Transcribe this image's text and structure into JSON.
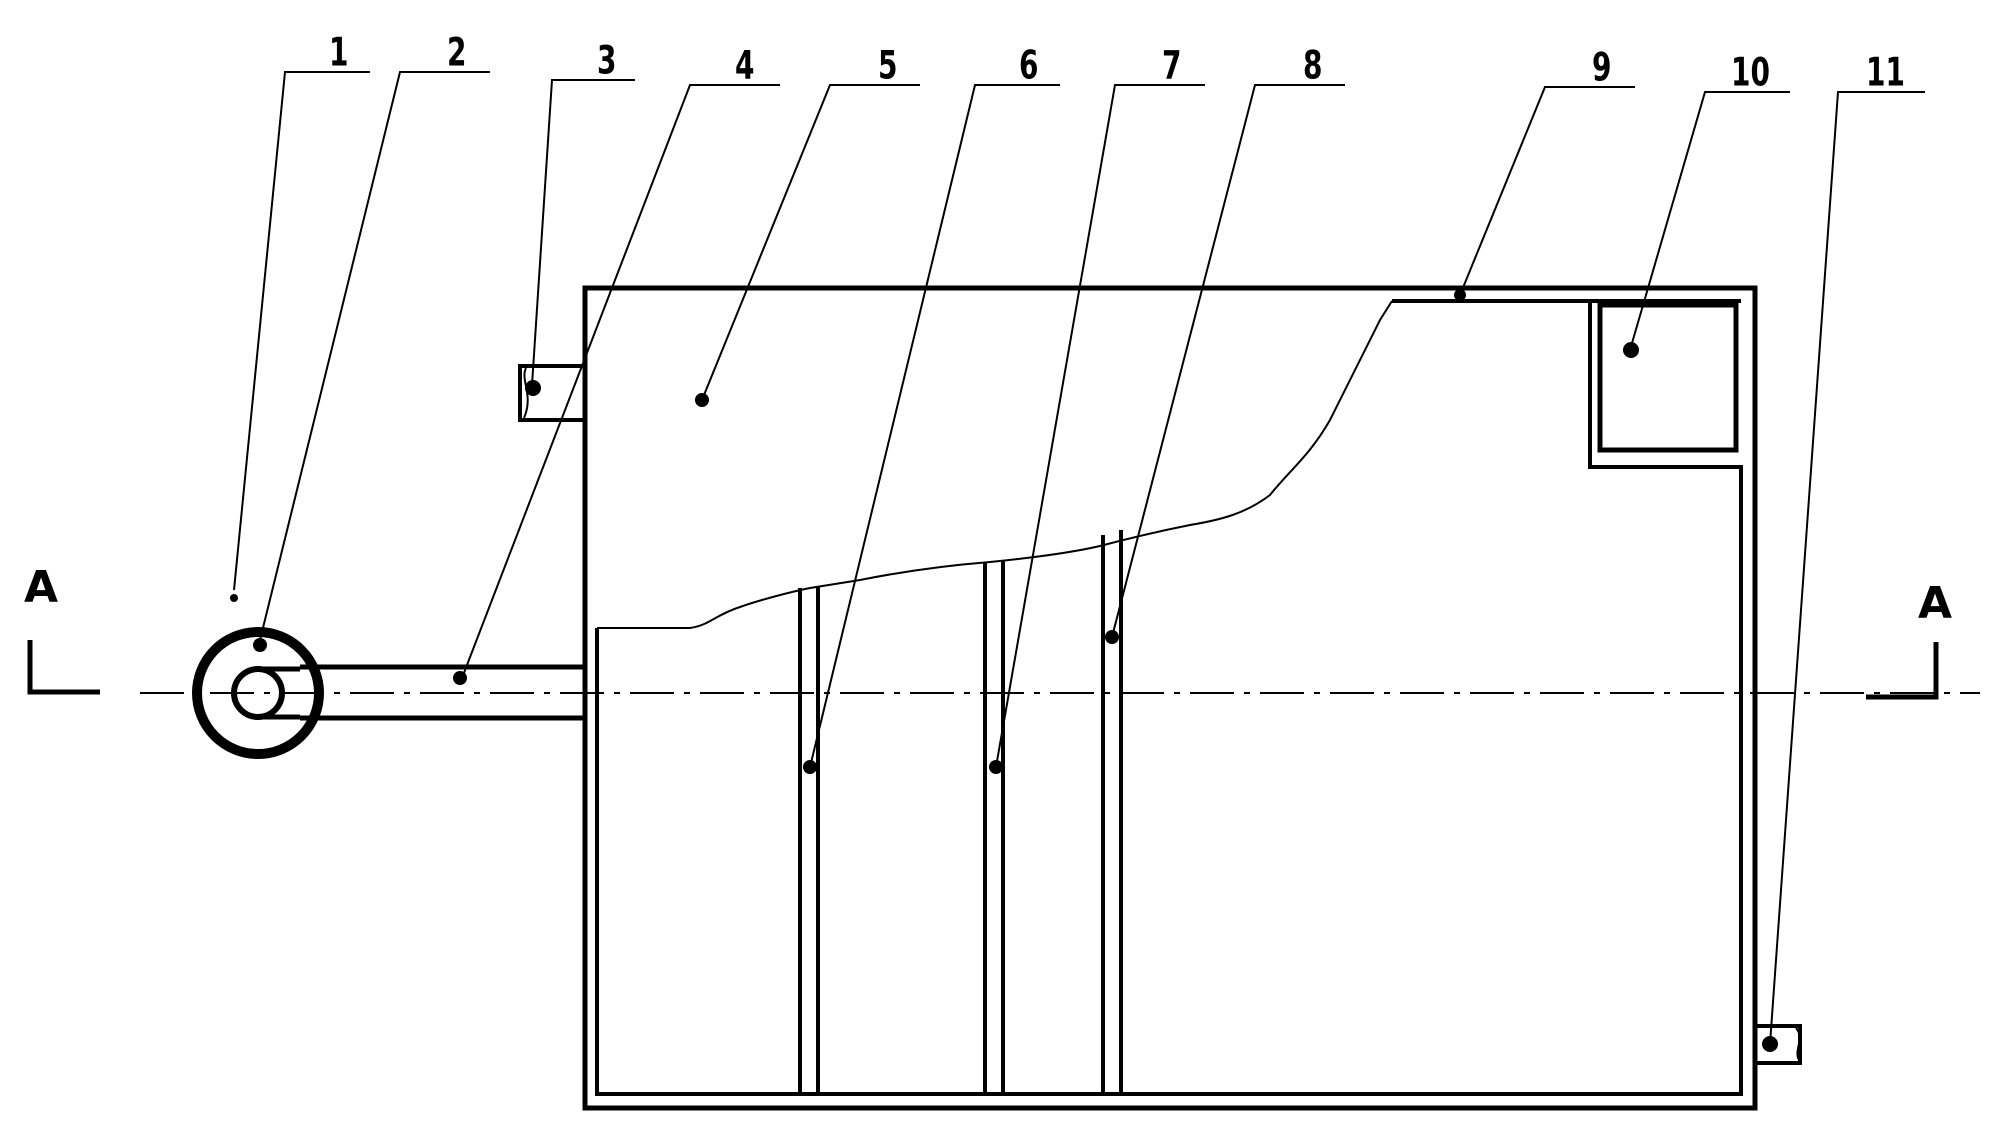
{
  "callouts": [
    {
      "id": "c1",
      "label": "1"
    },
    {
      "id": "c2",
      "label": "2"
    },
    {
      "id": "c3",
      "label": "3"
    },
    {
      "id": "c4",
      "label": "4"
    },
    {
      "id": "c5",
      "label": "5"
    },
    {
      "id": "c6",
      "label": "6"
    },
    {
      "id": "c7",
      "label": "7"
    },
    {
      "id": "c8",
      "label": "8"
    },
    {
      "id": "c9",
      "label": "9"
    },
    {
      "id": "c10",
      "label": "10"
    },
    {
      "id": "c11",
      "label": "11"
    }
  ],
  "section": {
    "left_label": "A",
    "right_label": "A"
  },
  "colors": {
    "ink": "#000000",
    "paper": "#ffffff"
  }
}
